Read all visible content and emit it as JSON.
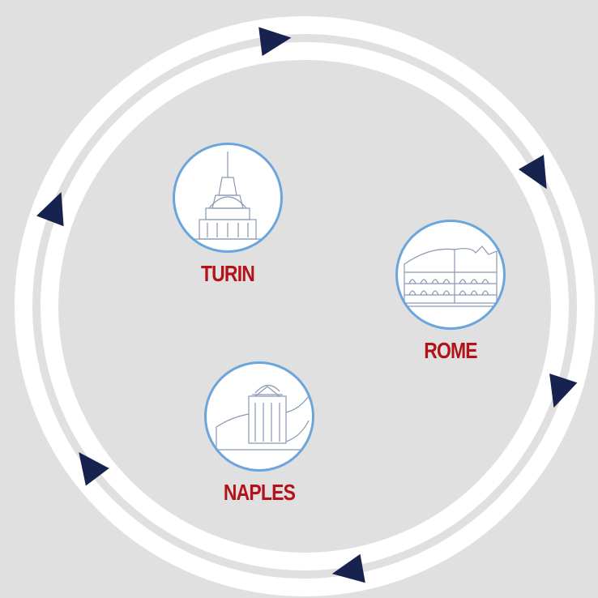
{
  "colors": {
    "background": "#e0e0e0",
    "ring": "#ffffff",
    "arrow": "#17224e",
    "label": "#b2121a",
    "medallion_border": "#6aa6dc",
    "sketch": "#8a97b2"
  },
  "cities": [
    {
      "label": "TURIN",
      "icon": "mole-antonelliana-sketch-icon"
    },
    {
      "label": "ROME",
      "icon": "colosseum-sketch-icon"
    },
    {
      "label": "NAPLES",
      "icon": "piazza-plebiscito-sketch-icon"
    }
  ],
  "cycle_arrows": [
    "arrow-icon",
    "arrow-icon",
    "arrow-icon",
    "arrow-icon",
    "arrow-icon",
    "arrow-icon"
  ]
}
